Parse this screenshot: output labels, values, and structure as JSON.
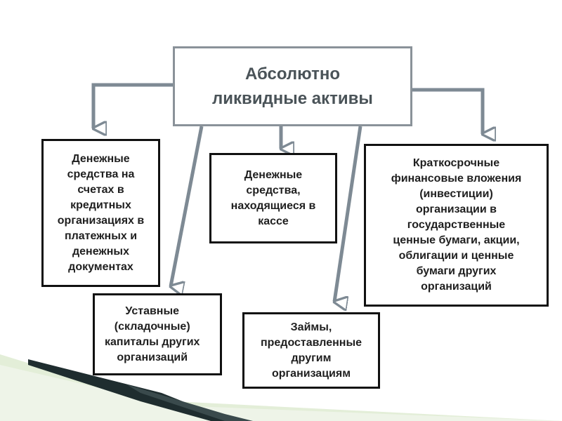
{
  "diagram": {
    "root": {
      "label": "Абсолютно\nликвидные активы"
    },
    "children": [
      {
        "id": "b1",
        "label": "Денежные\nсредства на\nсчетах в\nкредитных\nорганизациях в\nплатежных и\nденежных\nдокументах"
      },
      {
        "id": "b2",
        "label": "Денежные\nсредства,\nнаходящиеся в\nкассе"
      },
      {
        "id": "b3",
        "label": "Краткосрочные\nфинансовые вложения\n(инвестиции)\nорганизации в\nгосударственные\nценные бумаги, акции,\nоблигации и ценные\nбумаги других\nорганизаций"
      },
      {
        "id": "b4",
        "label": "Уставные\n(складочные)\nкапиталы других\nорганизаций"
      },
      {
        "id": "b5",
        "label": "Займы,\nпредоставленные\nдругим\nорганизациям"
      }
    ],
    "colors": {
      "root_border": "#8a9299",
      "child_border": "#111111",
      "connector": "#7e8a94"
    }
  }
}
